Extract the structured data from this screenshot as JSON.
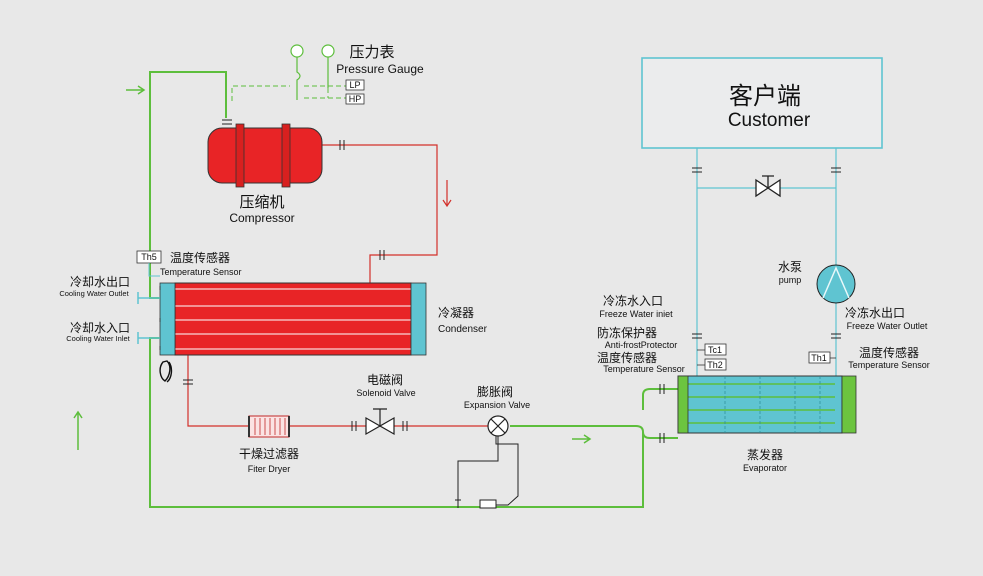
{
  "colors": {
    "refrigerant": "#d3302a",
    "cooling_water": "#5dbe3c",
    "chilled_water": "#5fc4d1",
    "hot_body": "#e82426",
    "background": "#e8e8e8"
  },
  "customer": {
    "zh": "客户端",
    "en": "Customer"
  },
  "pressure_gauge": {
    "zh": "压力表",
    "en": "Pressure Gauge",
    "lp": "LP",
    "hp": "HP"
  },
  "compressor": {
    "zh": "压缩机",
    "en": "Compressor"
  },
  "condenser": {
    "zh": "冷凝器",
    "en": "Condenser"
  },
  "temp_sensor_th5": {
    "tag": "Th5",
    "zh": "温度传感器",
    "en": "Temperature Sensor"
  },
  "cooling_water_outlet": {
    "zh": "冷却水出口",
    "en": "Cooling Water Outlet"
  },
  "cooling_water_inlet": {
    "zh": "冷却水入口",
    "en": "Cooling Water Inlet"
  },
  "solenoid_valve": {
    "zh": "电磁阀",
    "en": "Solenoid Valve"
  },
  "expansion_valve": {
    "zh": "膨胀阀",
    "en": "Expansion Valve"
  },
  "filter_dryer": {
    "zh": "干燥过滤器",
    "en": "Fiter Dryer"
  },
  "evaporator": {
    "zh": "蒸发器",
    "en": "Evaporator"
  },
  "pump": {
    "zh": "水泵",
    "en": "pump"
  },
  "freeze_water_inlet": {
    "zh": "冷冻水入口",
    "en": "Freeze Water iniet"
  },
  "anti_frost": {
    "zh": "防冻保护器",
    "en": "Anti-frostProtector",
    "tag": "Tc1"
  },
  "temp_sensor_th2": {
    "zh": "温度传感器",
    "en": "Temperature Sensor",
    "tag": "Th2"
  },
  "freeze_water_outlet": {
    "zh": "冷冻水出口",
    "en": "Freeze Water Outlet"
  },
  "temp_sensor_th1": {
    "zh": "温度传感器",
    "en": "Temperature Sensor",
    "tag": "Th1"
  }
}
